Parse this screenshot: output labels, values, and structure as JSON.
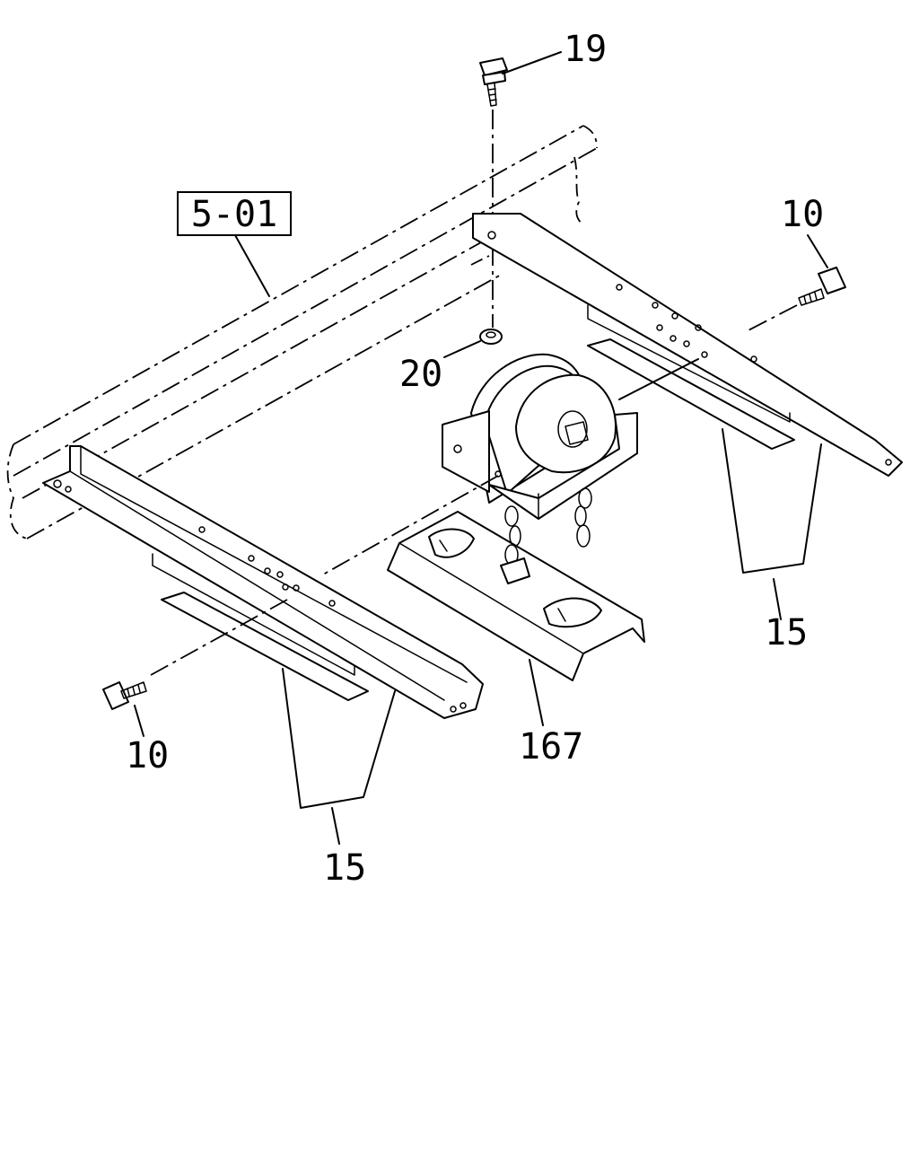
{
  "diagram": {
    "reference_box": "5-01",
    "callouts": {
      "bolt_top": "19",
      "nut": "20",
      "bolt_right": "10",
      "bolt_left": "10",
      "bracket_right": "15",
      "bracket_left": "15",
      "carrier": "167"
    },
    "colors": {
      "line": "#000000",
      "background": "#ffffff"
    }
  }
}
